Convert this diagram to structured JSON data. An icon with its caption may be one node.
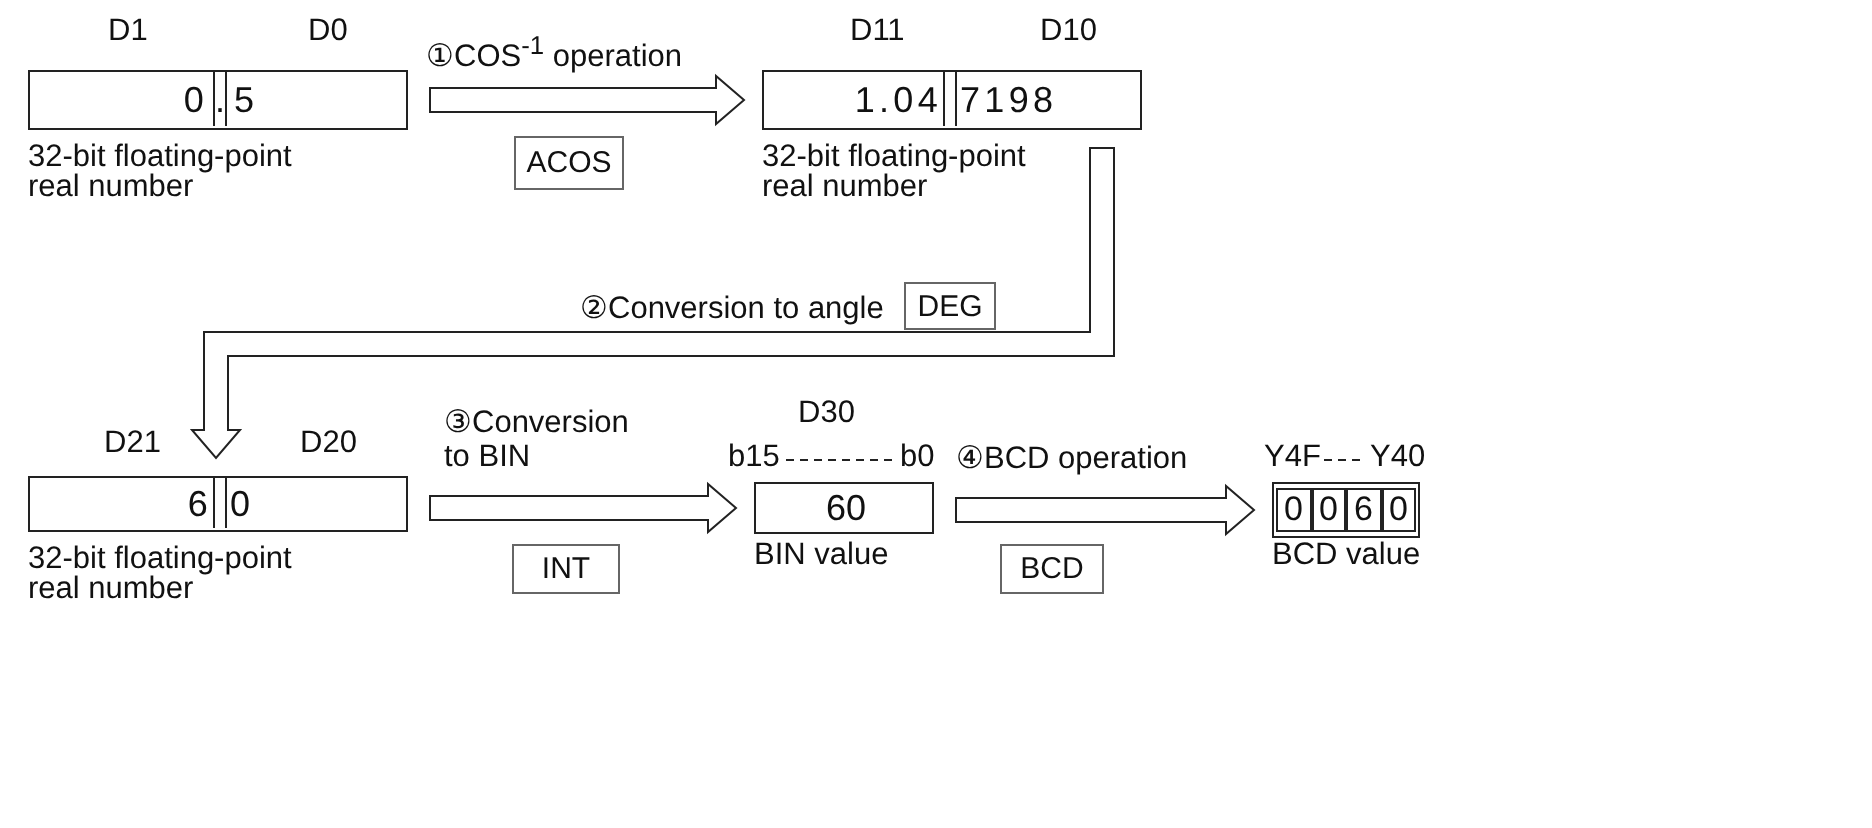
{
  "diagram": {
    "nodes": [
      {
        "text": [
          "0",
          ".",
          "5"
        ],
        "beside": [
          "D1",
          "D0",
          "32-bit floating-point real number"
        ]
      },
      {
        "text": [
          "ACOS"
        ]
      },
      {
        "text": [
          "1.04",
          "7198"
        ],
        "beside": [
          "D11",
          "D10",
          "32-bit floating-point real number"
        ]
      },
      {
        "text": [
          "DEG"
        ]
      },
      {
        "text": [
          "6",
          "0"
        ],
        "beside": [
          "D21",
          "D20",
          "32-bit floating-point real number"
        ]
      },
      {
        "text": [
          "INT"
        ]
      },
      {
        "text": [
          "60"
        ],
        "beside": [
          "D30",
          "b15",
          "b0",
          "BIN value"
        ]
      },
      {
        "text": [
          "BCD"
        ]
      },
      {
        "text": [
          "0",
          "0",
          "6",
          "0"
        ],
        "beside": [
          "Y4F",
          "Y40",
          "BCD value"
        ]
      }
    ],
    "edges": [
      {
        "from": 0,
        "to": 2,
        "arrow": "to",
        "label": "①COS$^{-1}$ operation"
      },
      {
        "from": 2,
        "to": 4,
        "arrow": "to",
        "label": "②Conversion to angle"
      },
      {
        "from": 4,
        "to": 6,
        "arrow": "to",
        "label": "③Conversion to BIN"
      },
      {
        "from": 6,
        "to": 8,
        "arrow": "to",
        "label": "④BCD operation"
      }
    ]
  }
}
